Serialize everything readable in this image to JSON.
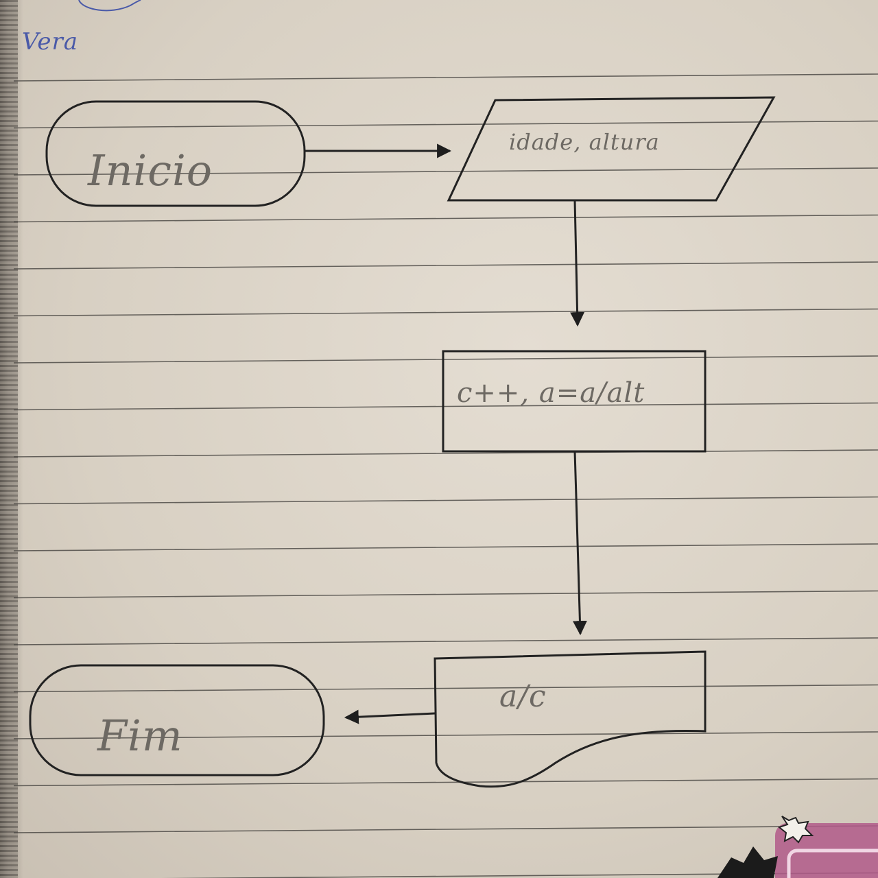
{
  "header": {
    "note": "Vera"
  },
  "flowchart": {
    "start": "Inicio",
    "input": "idade, altura",
    "process": "c++, a=a/alt",
    "output": "a/c",
    "end": "Fim"
  },
  "colors": {
    "ink": "#222222",
    "pencil": "#6d6963",
    "pen_blue": "#4a5aa8",
    "paper": "#ddd6ca",
    "rule_line": "#3c3a37"
  },
  "decorations": {
    "sticker": "bat-sticker-icon"
  }
}
